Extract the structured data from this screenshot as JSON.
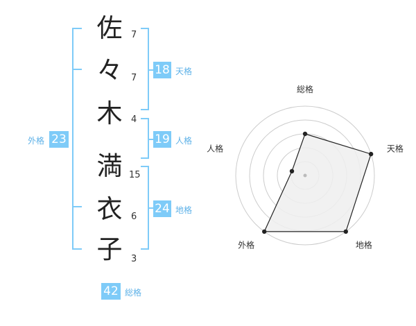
{
  "name_chars": [
    {
      "char": "佐",
      "strokes": "7"
    },
    {
      "char": "々",
      "strokes": "7"
    },
    {
      "char": "木",
      "strokes": "4"
    },
    {
      "char": "満",
      "strokes": "15"
    },
    {
      "char": "衣",
      "strokes": "6"
    },
    {
      "char": "子",
      "strokes": "3"
    }
  ],
  "kaku": {
    "tenkaku": {
      "value": "18",
      "label": "天格"
    },
    "jinkaku": {
      "value": "19",
      "label": "人格"
    },
    "chikaku": {
      "value": "24",
      "label": "地格"
    },
    "gaikaku": {
      "value": "23",
      "label": "外格"
    },
    "soukaku": {
      "value": "42",
      "label": "総格"
    }
  },
  "colors": {
    "accent": "#7ecbf8",
    "bracket": "#7ecbf8",
    "radar_fill": "#eeeeee"
  },
  "chart_data": {
    "type": "radar",
    "axes": [
      "総格",
      "天格",
      "地格",
      "外格",
      "人格"
    ],
    "values": [
      3,
      5,
      5,
      5,
      1
    ],
    "max": 5,
    "rings": 5
  }
}
